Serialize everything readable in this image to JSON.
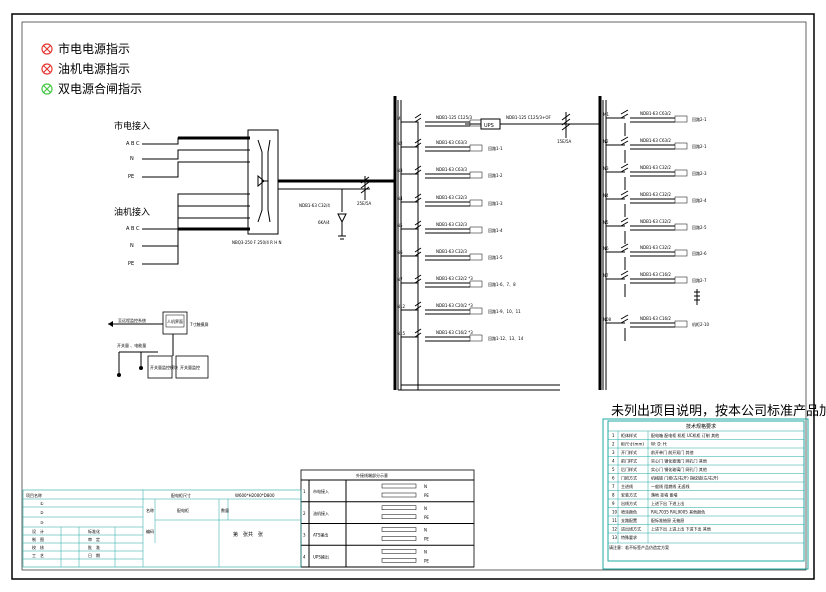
{
  "legend": [
    {
      "text": "市电电源指示",
      "color": "#e53935"
    },
    {
      "text": "油机电源指示",
      "color": "#e53935"
    },
    {
      "text": "双电源合闸指示",
      "color": "#43c943"
    }
  ],
  "sources": [
    {
      "title": "市电接入",
      "phases": [
        "A B C",
        "N",
        "PE"
      ]
    },
    {
      "title": "油机接入",
      "phases": [
        "A B C",
        "N",
        "PE"
      ]
    }
  ],
  "ats_label": "NBQ3-250 F 250/4 R H N",
  "spd_breaker": "NDB1-63 C32/4",
  "spd_model": "SPD",
  "spd_value": "6KA/4",
  "mid_breaker_value": "25E/5A",
  "mid_breaker_model": "C32/4",
  "feeders": [
    {
      "id": "M",
      "label": "NDB1-125 C125/3",
      "dest": "",
      "ups": true
    },
    {
      "id": "N2",
      "label": "NDB1-63 C63/3",
      "dest": "回路1-1"
    },
    {
      "id": "N3",
      "label": "NDB1-63 C63/3",
      "dest": "回路1-2"
    },
    {
      "id": "N4",
      "label": "NDB1-63 C32/3",
      "dest": "回路1-3"
    },
    {
      "id": "N5",
      "label": "NDB1-63 C32/3",
      "dest": "回路1-4"
    },
    {
      "id": "N6",
      "label": "NDB1-63 C32/3",
      "dest": "回路1-5"
    },
    {
      "id": "N7",
      "label": "NDB1-63 C32/2 *3",
      "dest": "回路1-6、7、8"
    },
    {
      "id": "N12",
      "label": "NDB1-63 C20/2 *3",
      "dest": "回路1-9、10、11"
    },
    {
      "id": "N15",
      "label": "NDB1-63 C16/2 *3",
      "dest": "回路1-12、13、14"
    }
  ],
  "ups_label": "UPS",
  "ups_out_label": "NDB1-125 C125/3+OF",
  "ups_breaker_value": "15E/5A",
  "right_feeders": [
    {
      "id": "M1",
      "label": "NDB1-63 C63/2",
      "dest": "回路2-1"
    },
    {
      "id": "N2",
      "label": "NDB1-63 C63/2",
      "dest": "回路2-1"
    },
    {
      "id": "N3",
      "label": "NDB1-63 C32/2",
      "dest": "回路2-3"
    },
    {
      "id": "N4",
      "label": "NDB1-63 C32/2",
      "dest": "回路2-4"
    },
    {
      "id": "N5",
      "label": "NDB1-63 C32/2",
      "dest": "回路2-5"
    },
    {
      "id": "N6",
      "label": "NDB1-63 C32/2",
      "dest": "回路2-6"
    },
    {
      "id": "N7",
      "label": "NDB1-63 C16/2",
      "dest": "回路2-7"
    },
    {
      "id": "N08",
      "label": "NDB1-63 C16/2",
      "dest": "机柜2-10"
    }
  ],
  "control": {
    "remote": "至远程监控系统",
    "monitor": "人机界面",
    "touch": "7寸触摸屏",
    "bus_label": "开关量 、电能量",
    "module1": "开关量监控模块",
    "module2": "开关量监控"
  },
  "note": "未列出项目说明，按本公司标准产品加工",
  "spec": {
    "title": "技术规格要求",
    "rows": [
      {
        "n": "1",
        "k": "柜体样式",
        "v": "配电箱   配电柜   机柜   UC机柜   订制   其他"
      },
      {
        "n": "2",
        "k": "柜尺寸(mm)",
        "v": "W:    D:    H:"
      },
      {
        "n": "3",
        "k": "开门样式",
        "v": "前开单门   前开双门   其他"
      },
      {
        "n": "4",
        "k": "前门样式",
        "v": "实心门   钢化玻璃门   网孔门   其他"
      },
      {
        "n": "5",
        "k": "后门样式",
        "v": "实心门   钢化玻璃门   网孔门   其他"
      },
      {
        "n": "6",
        "k": "门把方式",
        "v": "机械锁  门把(左/右开)  指纹锁(左/右开)"
      },
      {
        "n": "7",
        "k": "主进线",
        "v": "一般线   阻燃线   无卤线"
      },
      {
        "n": "8",
        "k": "安装方式",
        "v": "落地   挂墙   嵌墙"
      },
      {
        "n": "9",
        "k": "出线方式",
        "v": "上进下出   下进上出"
      },
      {
        "n": "10",
        "k": "喷涂颜色",
        "v": "RAL7035   RAL9005   其他颜色"
      },
      {
        "n": "11",
        "k": "支路配置",
        "v": "配标准抽屉   无抽屉"
      },
      {
        "n": "12",
        "k": "进出线方式",
        "v": "上进下出   上进上出   下进下出   其他"
      },
      {
        "n": "13",
        "k": "特殊要求",
        "v": ""
      }
    ],
    "footer": "请注意：若不标签产品仿造定方案"
  },
  "title_block": {
    "project_label": "项目名称",
    "circuits": [
      "①",
      "②",
      "③"
    ],
    "name_label": "名称",
    "name_value": "配电柜",
    "size_label": "配电柜尺寸",
    "size_value": "W600*H2000*D800",
    "qty_label": "数量",
    "code_label": "编码",
    "sheet_text": "第　张共　张",
    "roles": [
      [
        "设　计",
        "标准化"
      ],
      [
        "制　图",
        "审　定"
      ],
      [
        "校　核",
        "批　准"
      ],
      [
        "工　艺",
        "日　期"
      ]
    ]
  },
  "interface": {
    "title": "外接线端部分示意",
    "rows": [
      {
        "n": "1",
        "name": "市电接入",
        "terms": [
          "N",
          "PE"
        ]
      },
      {
        "n": "2",
        "name": "油机接入",
        "terms": [
          "N",
          "PE"
        ]
      },
      {
        "n": "3",
        "name": "ATS输出",
        "terms": [
          "N",
          "PE"
        ]
      },
      {
        "n": "4",
        "name": "UPS输出",
        "terms": [
          "N",
          "PE"
        ]
      }
    ]
  }
}
